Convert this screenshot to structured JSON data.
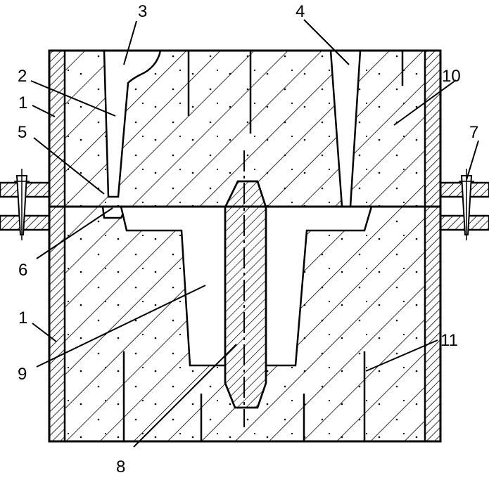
{
  "labels": {
    "l1_top": "1",
    "l1_bottom": "1",
    "l2": "2",
    "l3": "3",
    "l4": "4",
    "l5": "5",
    "l6": "6",
    "l7": "7",
    "l8": "8",
    "l9": "9",
    "l10": "10",
    "l11": "11"
  },
  "colors": {
    "line": "#000000",
    "background": "#ffffff"
  }
}
